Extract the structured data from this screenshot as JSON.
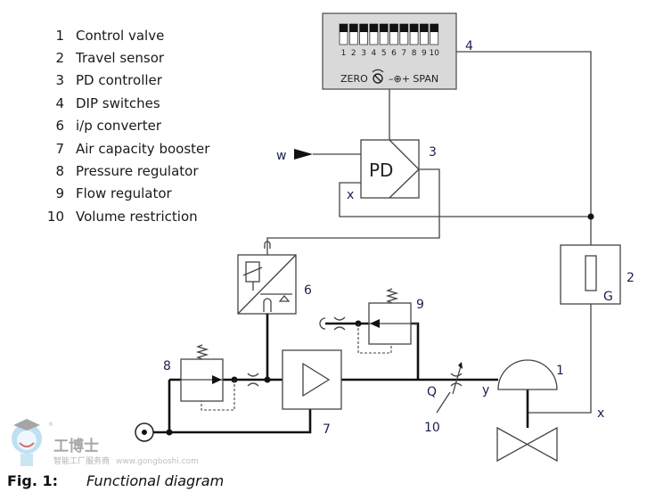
{
  "legend": [
    {
      "num": "1",
      "label": "Control valve"
    },
    {
      "num": "2",
      "label": "Travel sensor"
    },
    {
      "num": "3",
      "label": "PD controller"
    },
    {
      "num": "4",
      "label": "DIP switches"
    },
    {
      "num": "6",
      "label": "i/p converter"
    },
    {
      "num": "7",
      "label": "Air capacity booster"
    },
    {
      "num": "8",
      "label": "Pressure regulator"
    },
    {
      "num": "9",
      "label": "Flow regulator"
    },
    {
      "num": "10",
      "label": "Volume restriction"
    }
  ],
  "dip_panel": {
    "switch_numbers": [
      "1",
      "2",
      "3",
      "4",
      "5",
      "6",
      "7",
      "8",
      "9",
      "10"
    ],
    "zero_label": "ZERO",
    "span_label": "–⊕+ SPAN",
    "fill_color": "#d9d9d9"
  },
  "controller": {
    "label": "PD"
  },
  "signals": {
    "w": "w",
    "x_controller": "x",
    "x_valve": "x",
    "q": "Q",
    "y": "y",
    "g": "G"
  },
  "tags": {
    "t1": "1",
    "t2": "2",
    "t3": "3",
    "t4": "4",
    "t6": "6",
    "t7": "7",
    "t8": "8",
    "t9": "9",
    "t10": "10"
  },
  "caption": {
    "fig": "Fig. 1:",
    "title": "Functional diagram"
  },
  "watermark": {
    "brand": "工博士",
    "tagline": "智能工厂服务商",
    "url": "www.gongboshi.com",
    "registered": "®"
  }
}
